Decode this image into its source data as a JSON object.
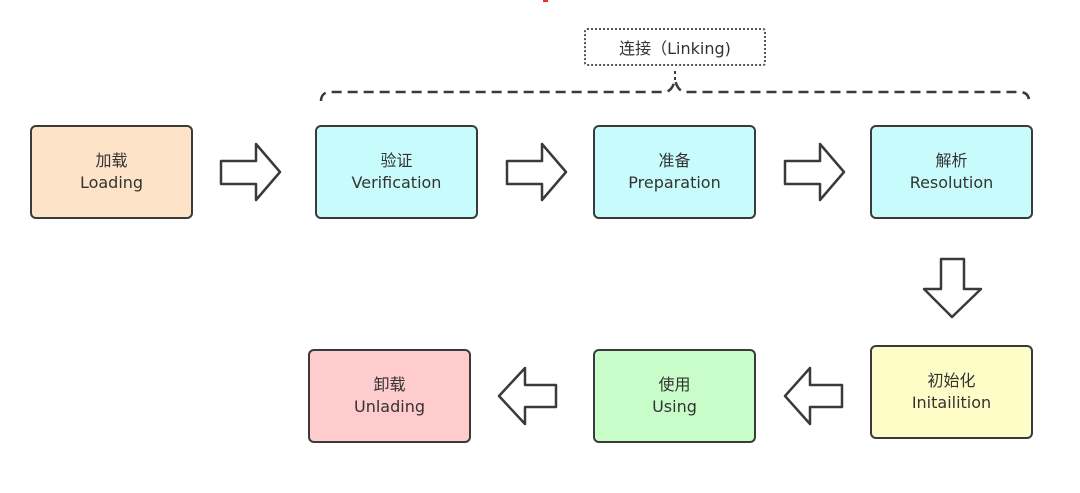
{
  "linking": {
    "label": "连接（Linking)"
  },
  "nodes": {
    "loading": {
      "zh": "加载",
      "en": "Loading",
      "fill": "#fde3c8"
    },
    "verification": {
      "zh": "验证",
      "en": "Verification",
      "fill": "#c8fcfc"
    },
    "preparation": {
      "zh": "准备",
      "en": "Preparation",
      "fill": "#c8fcfc"
    },
    "resolution": {
      "zh": "解析",
      "en": "Resolution",
      "fill": "#c8fcfc"
    },
    "initialization": {
      "zh": "初始化",
      "en": "Initailition",
      "fill": "#fefdc8"
    },
    "using": {
      "zh": "使用",
      "en": "Using",
      "fill": "#c8fcc8"
    },
    "unloading": {
      "zh": "卸载",
      "en": "Unlading",
      "fill": "#fecccc"
    }
  },
  "colors": {
    "stroke": "#3a3a3a",
    "accent": "#e8322e"
  }
}
